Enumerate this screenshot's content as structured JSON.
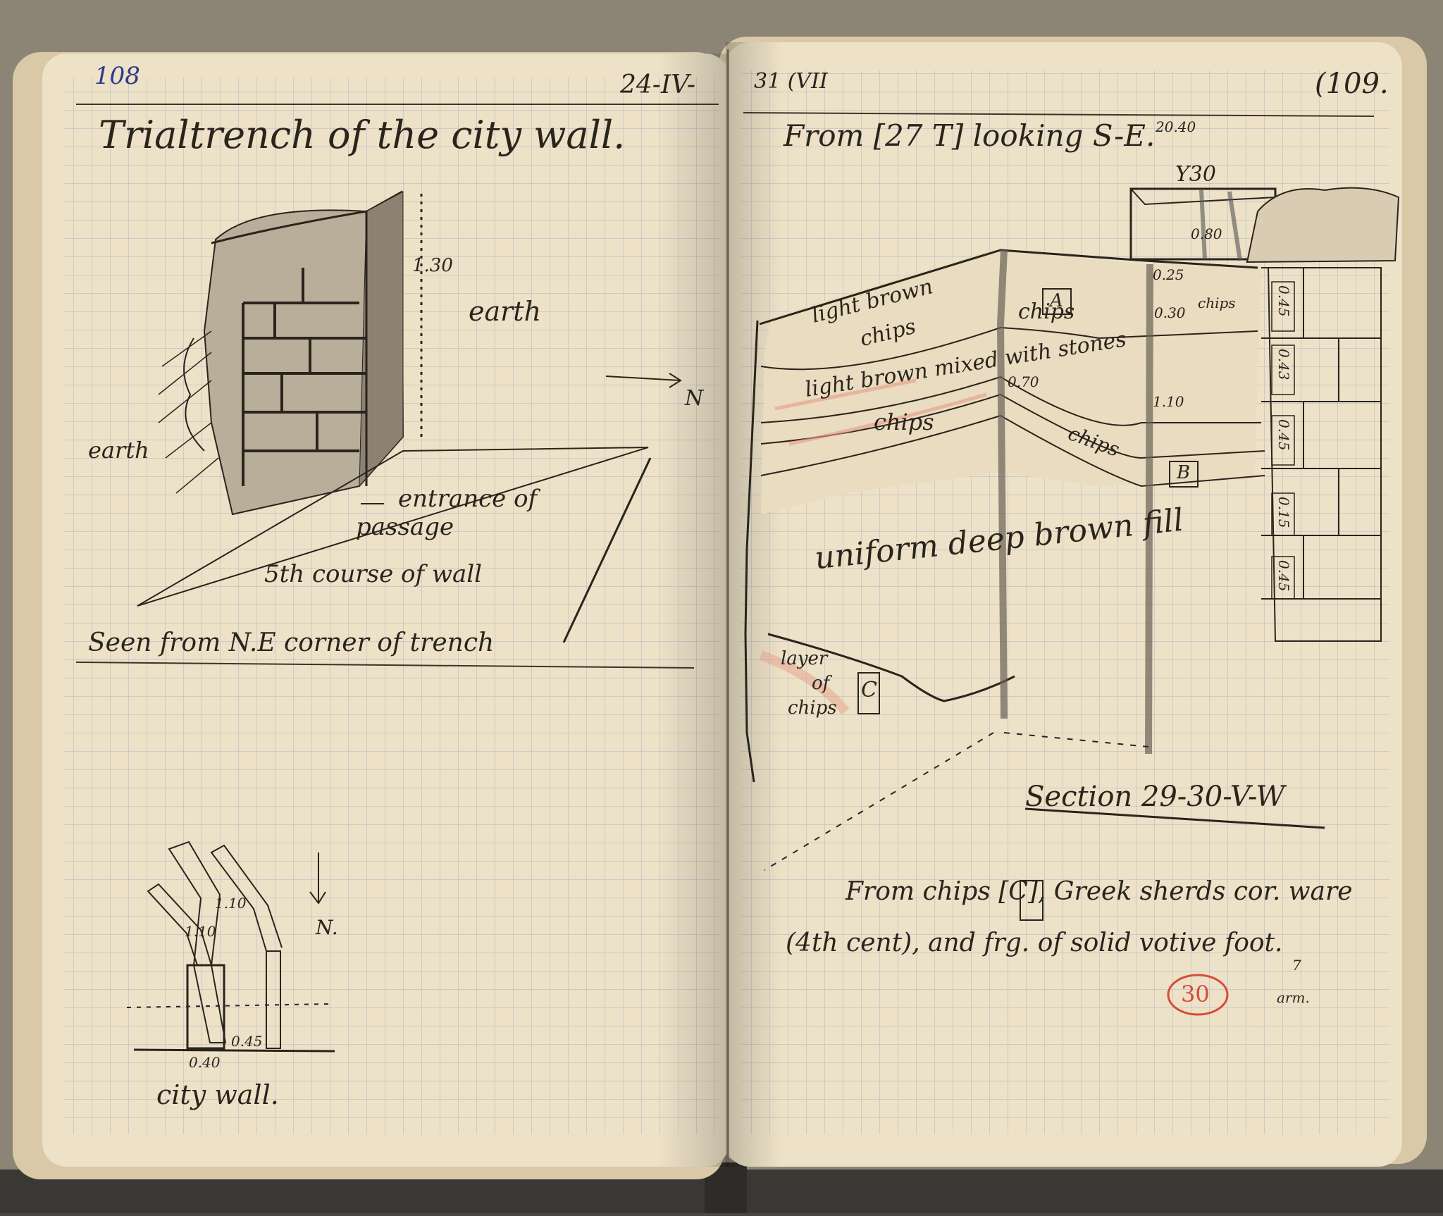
{
  "notebook": {
    "left_page": {
      "page_number": "108",
      "date": "24-IV-",
      "heading": "Trialtrench of the city wall.",
      "sketch_labels": {
        "height": "1.30",
        "earth_right": "earth",
        "earth_left": "earth",
        "entrance_line1": "entrance of",
        "entrance_line2": "passage",
        "course": "5th course of wall",
        "north": "N"
      },
      "caption": "Seen from N.E corner of trench",
      "plan": {
        "north": "N.",
        "dim_1": "1.10",
        "dim_2": "1.10",
        "width_left": "0.40",
        "width_right": "0.45",
        "label": "city wall."
      }
    },
    "right_page": {
      "page_number": "(109.",
      "date": "31 (VII",
      "heading": "From [27 T] looking S-E.",
      "top_measure": "20.40",
      "section_labels": {
        "y30": "Y30",
        "d080": "0.80",
        "d025": "0.25",
        "light_brown": "light brown",
        "chips_top": "chips",
        "chips_a": "chips",
        "marker_a": "A",
        "d030": "0.30",
        "chips_right": "chips",
        "light_brown_mixed": "light brown mixed with stones",
        "d070": "0.70",
        "d110": "1.10",
        "chips_mid": "chips",
        "chips_mid2": "chips",
        "marker_b": "B",
        "fill": "uniform deep brown fill",
        "layer": "layer",
        "of": "of",
        "chips_layer": "chips",
        "marker_c": "C",
        "c45a": "0.45",
        "c43": "0.43",
        "c45b": "0.45",
        "c15": "0.15",
        "c45c": "0.45"
      },
      "caption": "Section 29-30-V-W",
      "note_line1": "From chips [C], Greek sherds cor. ware",
      "note_line2": "(4th cent), and frg. of solid votive foot.",
      "stamp": "30",
      "margin_note_num": "7",
      "margin_note": "arm."
    }
  },
  "colors": {
    "paper": "#ede1c7",
    "grid": "#a9b7c9",
    "ink": "#2a241c",
    "blue_ink": "#2d3a8a",
    "red": "#d84a3a",
    "cover": "#8c8576"
  }
}
